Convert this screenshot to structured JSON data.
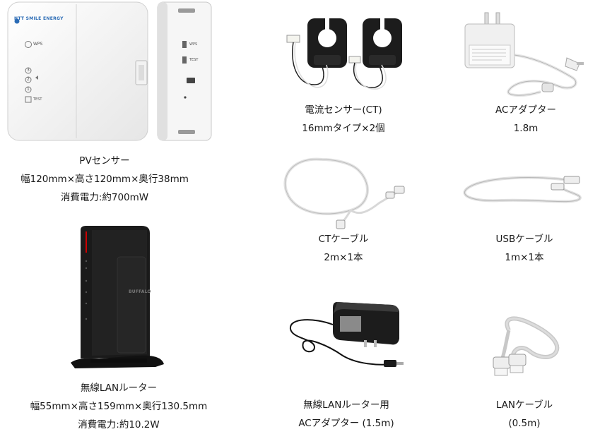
{
  "pv_sensor": {
    "brand": "NTT SMILE ENERGY",
    "wps_label": "WPS",
    "test_label": "TEST",
    "side_wps_label": "WPS",
    "side_test_label": "TEST",
    "num_3": "3",
    "num_2": "2",
    "num_1": "1",
    "caption": [
      "PVセンサー",
      "幅120mm×高さ120mm×奥行38mm",
      "消費電力:約700mW"
    ]
  },
  "ct_sensor": {
    "caption": [
      "電流センサー(CT)",
      "16mmタイプ×2個"
    ]
  },
  "ac_adapter": {
    "caption": [
      "ACアダプター",
      "1.8m"
    ]
  },
  "ct_cable": {
    "caption": [
      "CTケーブル",
      "2m×1本"
    ]
  },
  "usb_cable": {
    "caption": [
      "USBケーブル",
      "1m×1本"
    ]
  },
  "router": {
    "brand": "BUFFALO",
    "caption": [
      "無線LANルーター",
      "幅55mm×高さ159mm×奥行130.5mm",
      "消費電力:約10.2W"
    ]
  },
  "router_adapter": {
    "caption": [
      "無線LANルーター用",
      "ACアダプター (1.5m)"
    ]
  },
  "lan_cable": {
    "caption": [
      "LANケーブル",
      "(0.5m)"
    ]
  }
}
